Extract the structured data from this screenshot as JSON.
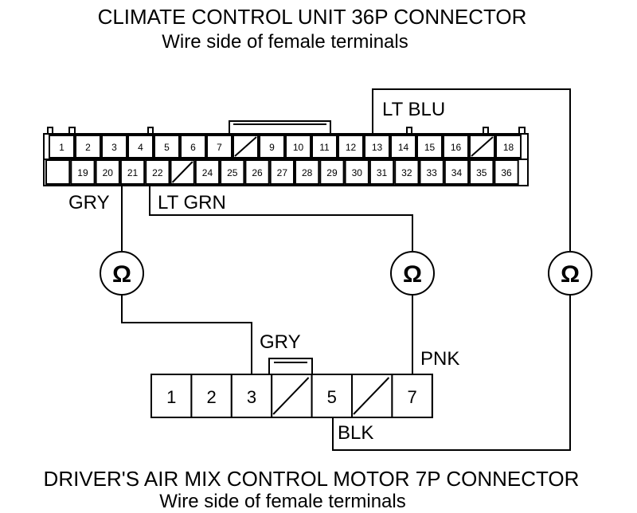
{
  "top_connector": {
    "title": "CLIMATE CONTROL UNIT 36P CONNECTOR",
    "subtitle": "Wire side of female terminals",
    "top_row": [
      "1",
      "2",
      "3",
      "4",
      "5",
      "6",
      "7",
      "",
      "9",
      "10",
      "11",
      "12",
      "13",
      "14",
      "15",
      "16",
      "",
      "18"
    ],
    "bottom_row": [
      "",
      "19",
      "20",
      "21",
      "22",
      "",
      "24",
      "25",
      "26",
      "27",
      "28",
      "29",
      "30",
      "31",
      "32",
      "33",
      "34",
      "35",
      "36"
    ]
  },
  "bottom_connector": {
    "title": "DRIVER'S AIR MIX CONTROL MOTOR 7P CONNECTOR",
    "subtitle": "Wire side of female terminals",
    "pins": [
      "1",
      "2",
      "3",
      "",
      "5",
      "",
      "7"
    ]
  },
  "wire_labels": {
    "lt_blu": "LT BLU",
    "gry_top": "GRY",
    "lt_grn": "LT GRN",
    "gry_bottom": "GRY",
    "pnk": "PNK",
    "blk": "BLK"
  },
  "ohmmeter_symbol": "Ω"
}
